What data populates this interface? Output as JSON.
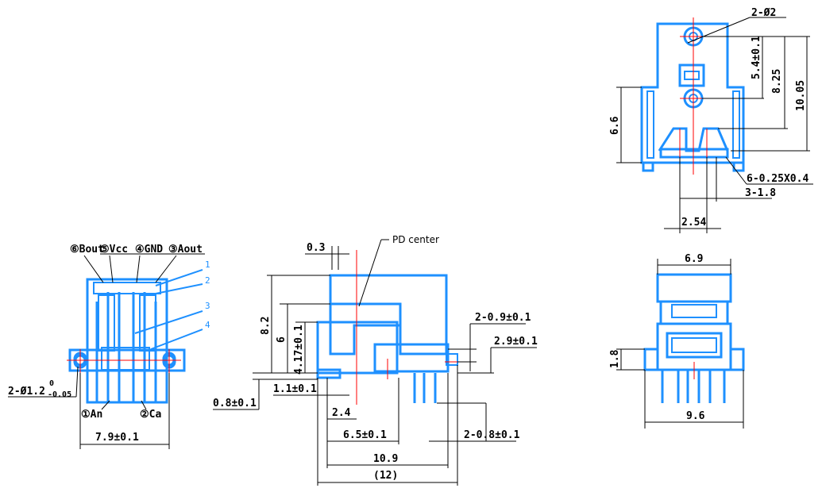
{
  "side_view": {
    "pin_labels": {
      "bout": "⑥Bout",
      "vcc": "⑤Vcc",
      "gnd": "④GND",
      "aout": "③Aout",
      "an": "①An",
      "ca": "②Ca"
    },
    "leader_numbers": [
      "1",
      "2",
      "3",
      "4"
    ],
    "dim_width": "7.9±0.1",
    "dim_hole": "2-Ø1.2",
    "dim_hole_tol_upper": "0",
    "dim_hole_tol_lower": "-0.05"
  },
  "front_view": {
    "pd_center": "PD center",
    "dim_03": "0.3",
    "dim_82": "8.2",
    "dim_6": "6",
    "dim_417": "4.17±0.1",
    "dim_11": "1.1±0.1",
    "dim_08": "0.8±0.1",
    "dim_24": "2.4",
    "dim_65": "6.5±0.1",
    "dim_109": "10.9",
    "dim_12": "(12)",
    "dim_209": "2-0.9±0.1",
    "dim_29": "2.9±0.1",
    "dim_208": "2-0.8±0.1"
  },
  "top_view": {
    "dim_2phi2": "2-Ø2",
    "dim_54": "5.4±0.1",
    "dim_825": "8.25",
    "dim_1005": "10.05",
    "dim_66": "6.6",
    "dim_pins": "6-0.25X0.4",
    "dim_318": "3-1.8",
    "dim_254": "2.54"
  },
  "bottom_view": {
    "dim_69": "6.9",
    "dim_18": "1.8",
    "dim_96": "9.6"
  },
  "colors": {
    "body": "#1e90ff",
    "center_line": "#ff0000",
    "dimension": "#000000"
  }
}
